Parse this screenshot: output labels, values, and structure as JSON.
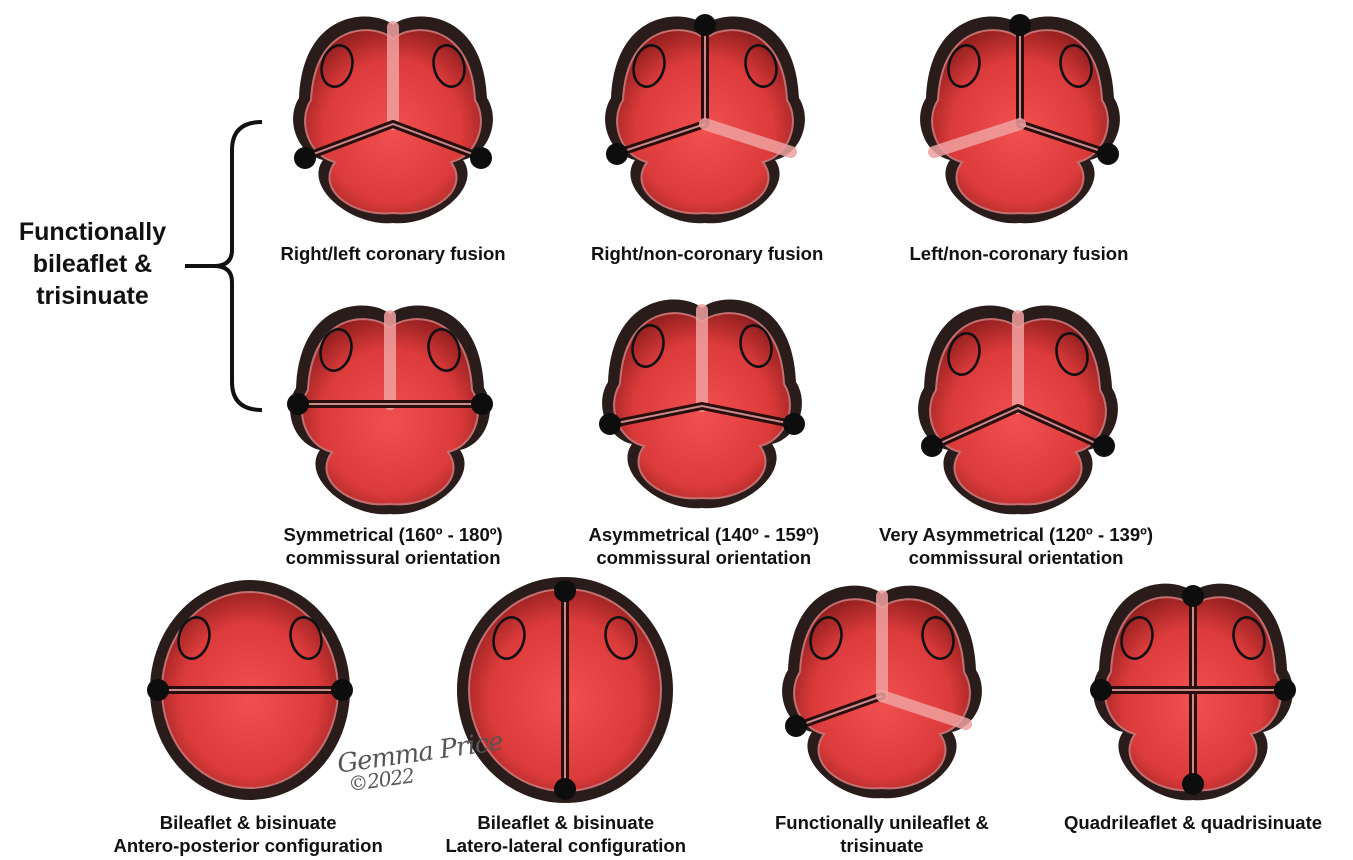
{
  "group_label": {
    "line1": "Functionally",
    "line2": "bileaflet &",
    "line3": "trisinuate"
  },
  "signature": {
    "name": "Gemma Price",
    "year": "©2022"
  },
  "colors": {
    "leaflet": "#e24a4a",
    "leaflet_dark": "#8e1818",
    "rim": "#2b1c1c",
    "commissure": "#0d0d0d",
    "raphe": "#f0a0a0"
  },
  "valves": [
    {
      "id": "rl",
      "lines": [
        "Right/left coronary fusion"
      ]
    },
    {
      "id": "rn",
      "lines": [
        "Right/non-coronary fusion"
      ]
    },
    {
      "id": "ln",
      "lines": [
        "Left/non-coronary fusion"
      ]
    },
    {
      "id": "sym",
      "lines": [
        "Symmetrical (160º - 180º)",
        "commissural orientation"
      ]
    },
    {
      "id": "asym",
      "lines": [
        "Asymmetrical (140º - 159º)",
        "commissural orientation"
      ]
    },
    {
      "id": "vasym",
      "lines": [
        "Very Asymmetrical (120º - 139º)",
        "commissural orientation"
      ]
    },
    {
      "id": "ap",
      "lines": [
        "Bileaflet & bisinuate",
        "Antero-posterior configuration"
      ]
    },
    {
      "id": "ll",
      "lines": [
        "Bileaflet & bisinuate",
        "Latero-lateral configuration"
      ]
    },
    {
      "id": "uni",
      "lines": [
        "Functionally unileaflet &",
        "trisinuate"
      ]
    },
    {
      "id": "quad",
      "lines": [
        "Quadrileaflet & quadrisinuate"
      ]
    }
  ]
}
